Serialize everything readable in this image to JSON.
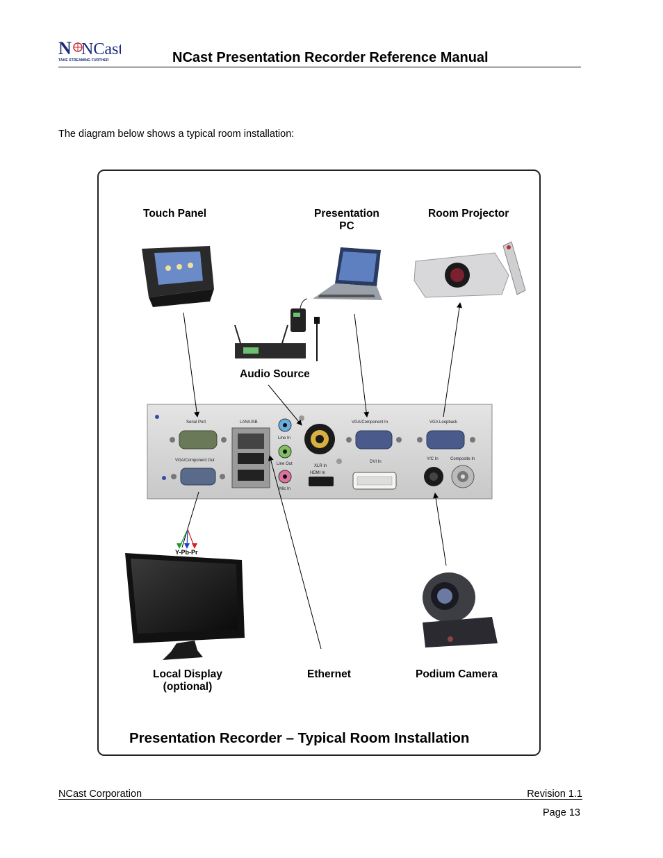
{
  "header": {
    "logo_text": "NCast",
    "logo_tagline": "TAKE STREAMING FURTHER",
    "title": "NCast Presentation Recorder Reference Manual"
  },
  "body": {
    "intro": "The diagram below shows a typical room installation:"
  },
  "diagram": {
    "labels": {
      "touch_panel": "Touch Panel",
      "presentation_pc_1": "Presentation",
      "presentation_pc_2": "PC",
      "room_projector": "Room Projector",
      "audio_source": "Audio Source",
      "ypbpr": "Y-Pb-Pr",
      "local_display_1": "Local Display",
      "local_display_2": "(optional)",
      "ethernet": "Ethernet",
      "podium_camera": "Podium Camera"
    },
    "ports": {
      "serial": "Serial Port",
      "lan_usb": "LAN/USB",
      "line_in": "Line In",
      "line_out": "Line Out",
      "mic_in": "Mic In",
      "xlr_in": "XLR In",
      "hdmi_in": "HDMI In",
      "vga_component_in": "VGA/Component In",
      "dvi_in": "DVI In",
      "vga_loopback": "VGA Loopback",
      "yc_in": "Y/C In",
      "composite_in": "Composite In",
      "vga_component_out": "VGA/Component Out"
    },
    "caption": "Presentation Recorder – Typical Room Installation",
    "colors": {
      "y": "#1a9a2a",
      "pb": "#1f3fd0",
      "pr": "#d42020"
    }
  },
  "footer": {
    "company": "NCast Corporation",
    "revision": "Revision 1.1",
    "page": "Page 13"
  }
}
